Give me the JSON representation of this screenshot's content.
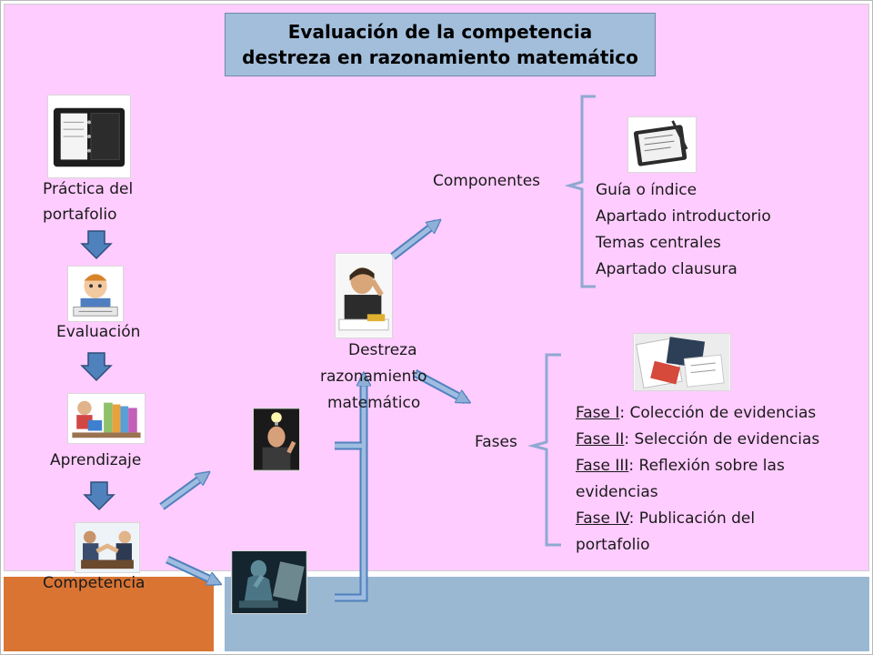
{
  "title": {
    "line1": "Evaluación de la competencia",
    "line2": "destreza en razonamiento matemático"
  },
  "left_flow": {
    "practica_line1": "Práctica del",
    "practica_line2": "portafolio",
    "evaluacion": "Evaluación",
    "aprendizaje": "Aprendizaje",
    "competencia": "Competencia"
  },
  "center": {
    "destreza_line1": "Destreza",
    "destreza_line2": "razonamiento",
    "destreza_line3": "matemático"
  },
  "componentes": {
    "label": "Componentes",
    "items": [
      "Guía o índice",
      "Apartado introductorio",
      "Temas centrales",
      "Apartado clausura"
    ]
  },
  "fases": {
    "label": "Fases",
    "items": [
      {
        "name": "Fase I",
        "rest": ": Colección de evidencias"
      },
      {
        "name": "Fase II",
        "rest": ": Selección de evidencias"
      },
      {
        "name": "Fase III",
        "rest": ": Reflexión sobre las"
      },
      {
        "name": "",
        "rest": "evidencias"
      },
      {
        "name": "Fase IV",
        "rest": ": Publicación del"
      },
      {
        "name": "",
        "rest": "portafolio"
      }
    ]
  },
  "colors": {
    "panel_pink": "#ffccff",
    "title_blue": "#a2bedb",
    "arrow_blue": "#4f81bd",
    "bracket_blue": "#8ea9d0",
    "footer_orange": "#d97433",
    "footer_blue": "#9ab8d2"
  }
}
